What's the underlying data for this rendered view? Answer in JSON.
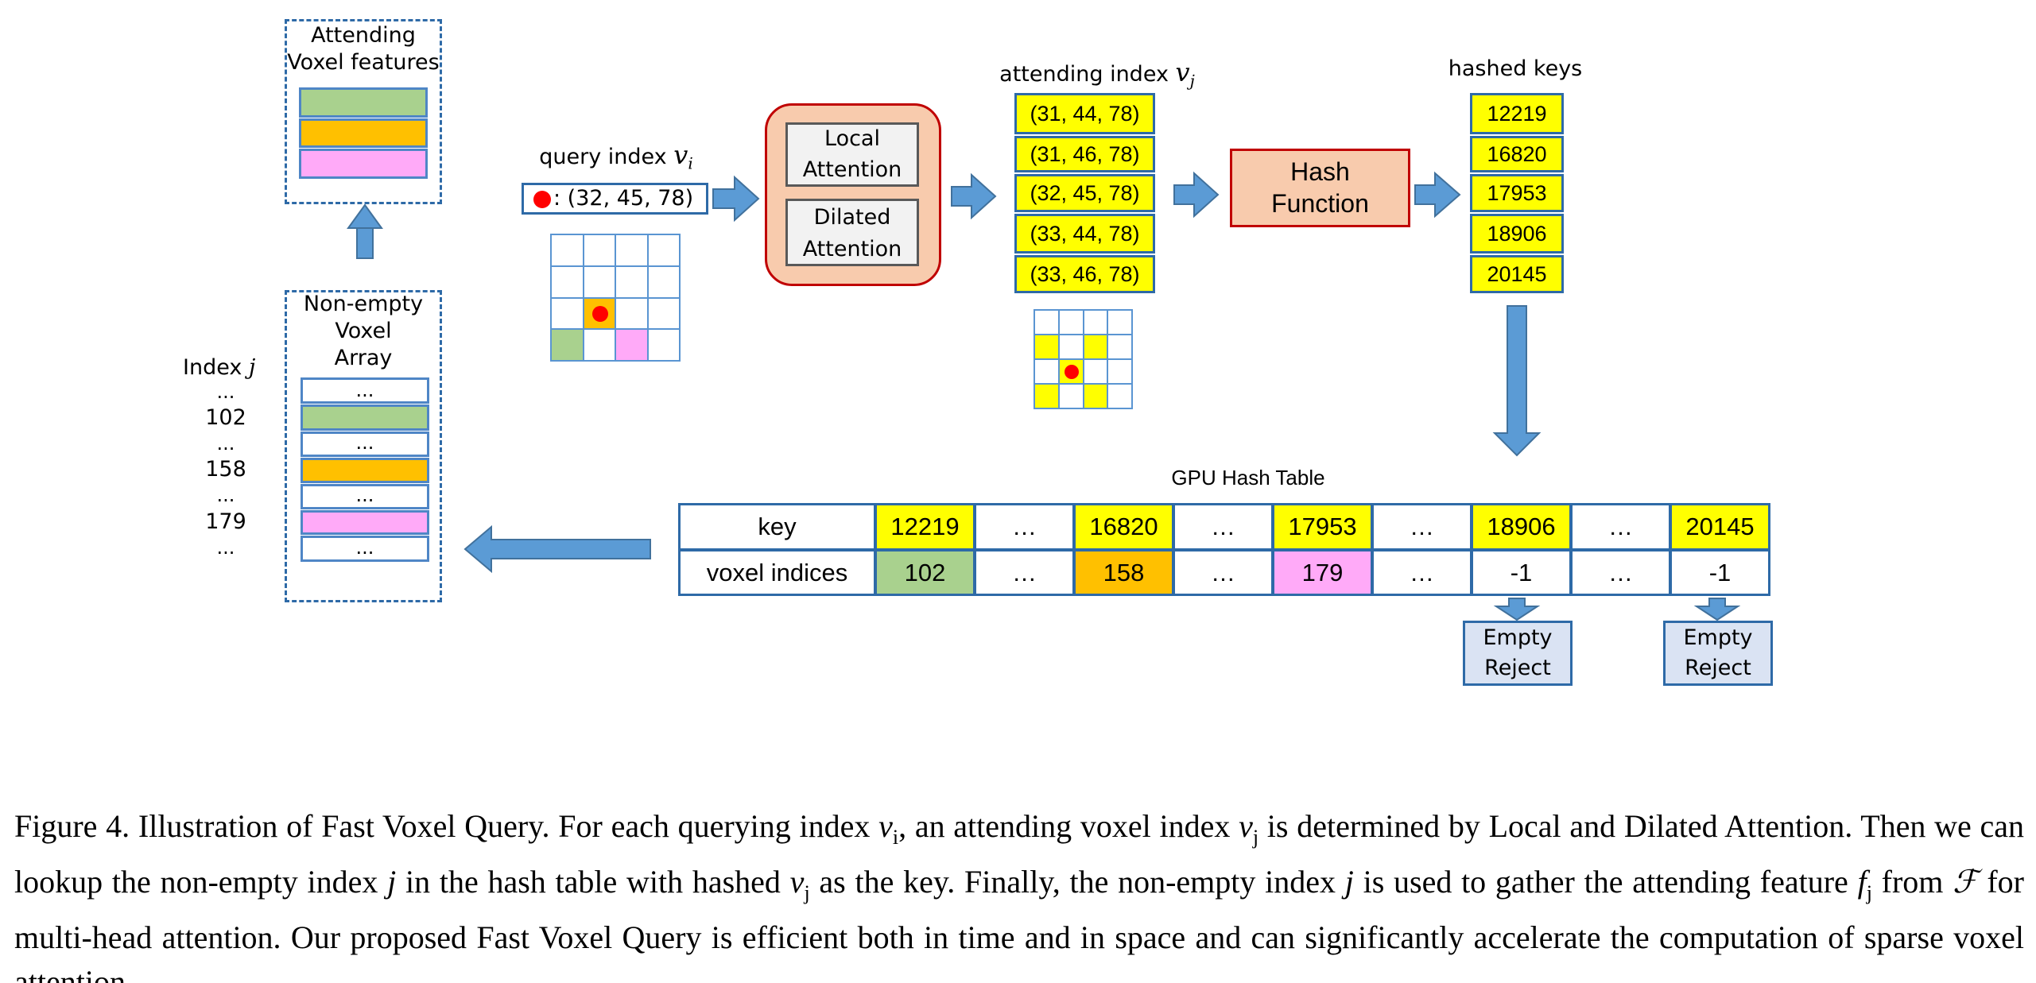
{
  "colors": {
    "green": "#a9d18e",
    "orange": "#ffc000",
    "pink": "#ffaaf8",
    "yellow": "#ffff00",
    "arrow": "#5b9bd5",
    "salmon": "#f8cbad",
    "red_border": "#c00000",
    "box_blue": "#2e6aa7",
    "reject_fill": "#dae3f3"
  },
  "attending_features": {
    "line1": "Attending",
    "line2": "Voxel features"
  },
  "voxel_array": {
    "title_lines": [
      "Non-empty",
      "Voxel",
      "Array"
    ],
    "index_label": "Index",
    "index_var": "j",
    "index_values": [
      "...",
      "102",
      "...",
      "158",
      "...",
      "179",
      "..."
    ],
    "rows": [
      "...",
      "",
      "...",
      "",
      "...",
      "",
      "..."
    ]
  },
  "query": {
    "label": "query index",
    "var": "v",
    "sub": "i",
    "value": ": (32, 45, 78)"
  },
  "attention_box": {
    "local": [
      "Local",
      "Attention"
    ],
    "dilated": [
      "Dilated",
      "Attention"
    ]
  },
  "attending_index": {
    "label": "attending index",
    "var": "v",
    "sub": "j",
    "items": [
      "(31, 44, 78)",
      "(31, 46, 78)",
      "(32, 45, 78)",
      "(33, 44, 78)",
      "(33, 46, 78)"
    ]
  },
  "hash_function": [
    "Hash",
    "Function"
  ],
  "hashed_keys": {
    "label": "hashed keys",
    "items": [
      "12219",
      "16820",
      "17953",
      "18906",
      "20145"
    ]
  },
  "hash_table": {
    "title": "GPU Hash Table",
    "row1_label": "key",
    "row2_label": "voxel indices",
    "keys": [
      "12219",
      "…",
      "16820",
      "…",
      "17953",
      "…",
      "18906",
      "…",
      "20145"
    ],
    "values": [
      "102",
      "…",
      "158",
      "…",
      "179",
      "…",
      "-1",
      "…",
      "-1"
    ]
  },
  "empty_reject": [
    "Empty",
    "Reject"
  ],
  "caption": {
    "c1": "Figure 4. Illustration of Fast Voxel Query. For each querying index ",
    "c2": "v",
    "c3": "i",
    "c4": ", an attending voxel index ",
    "c5": "v",
    "c6": "j",
    "c7": " is determined by Local and Dilated Attention. Then we can lookup the non-empty index ",
    "c8": "j",
    "c9": " in the hash table with hashed ",
    "c10": "v",
    "c11": "j",
    "c12": " as the key. Finally, the non-empty index ",
    "c13": "j",
    "c14": " is used to gather the attending feature ",
    "c15": "f",
    "c16": "j",
    "c17": " from ",
    "c18": "ℱ",
    "c19": " for multi-head attention. Our proposed Fast Voxel Query is efficient both in time and in space and can significantly accelerate the computation of sparse voxel attention."
  }
}
